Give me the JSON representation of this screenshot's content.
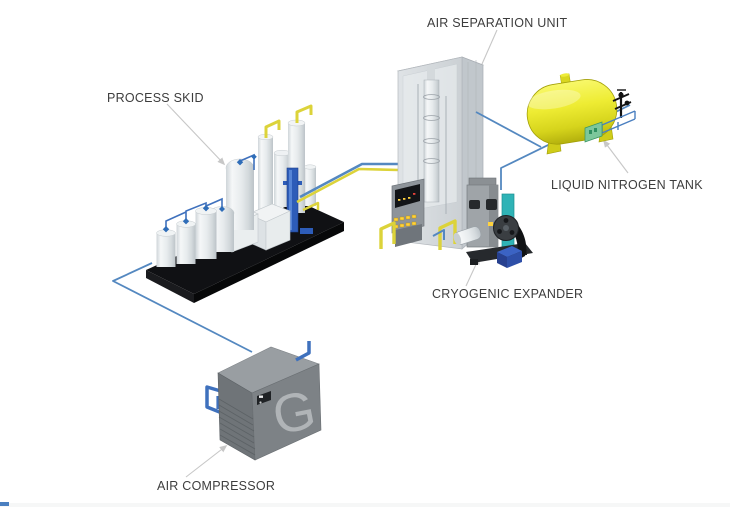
{
  "diagram": {
    "labels": {
      "air_separation_unit": "AIR SEPARATION UNIT",
      "process_skid": "PROCESS SKID",
      "liquid_nitrogen_tank": "LIQUID NITROGEN TANK",
      "cryogenic_expander": "CRYOGENIC EXPANDER",
      "air_compressor": "AIR COMPRESSOR"
    },
    "compressor": {
      "brand_letter": "G"
    },
    "colors": {
      "label_text": "#3d3d3d",
      "leader_line": "#c7c7c7",
      "pipe_blue": "#5488c0",
      "pipe_yellow": "#dcd33a",
      "tank_yellow": "#ecea30",
      "teal_accent": "#2fb3b6",
      "motor_blue": "#2e4fa8",
      "machine_gray": "#7d8286",
      "skid_base_black": "#0e0f11",
      "vessel_silver": "#e7ebed"
    }
  }
}
